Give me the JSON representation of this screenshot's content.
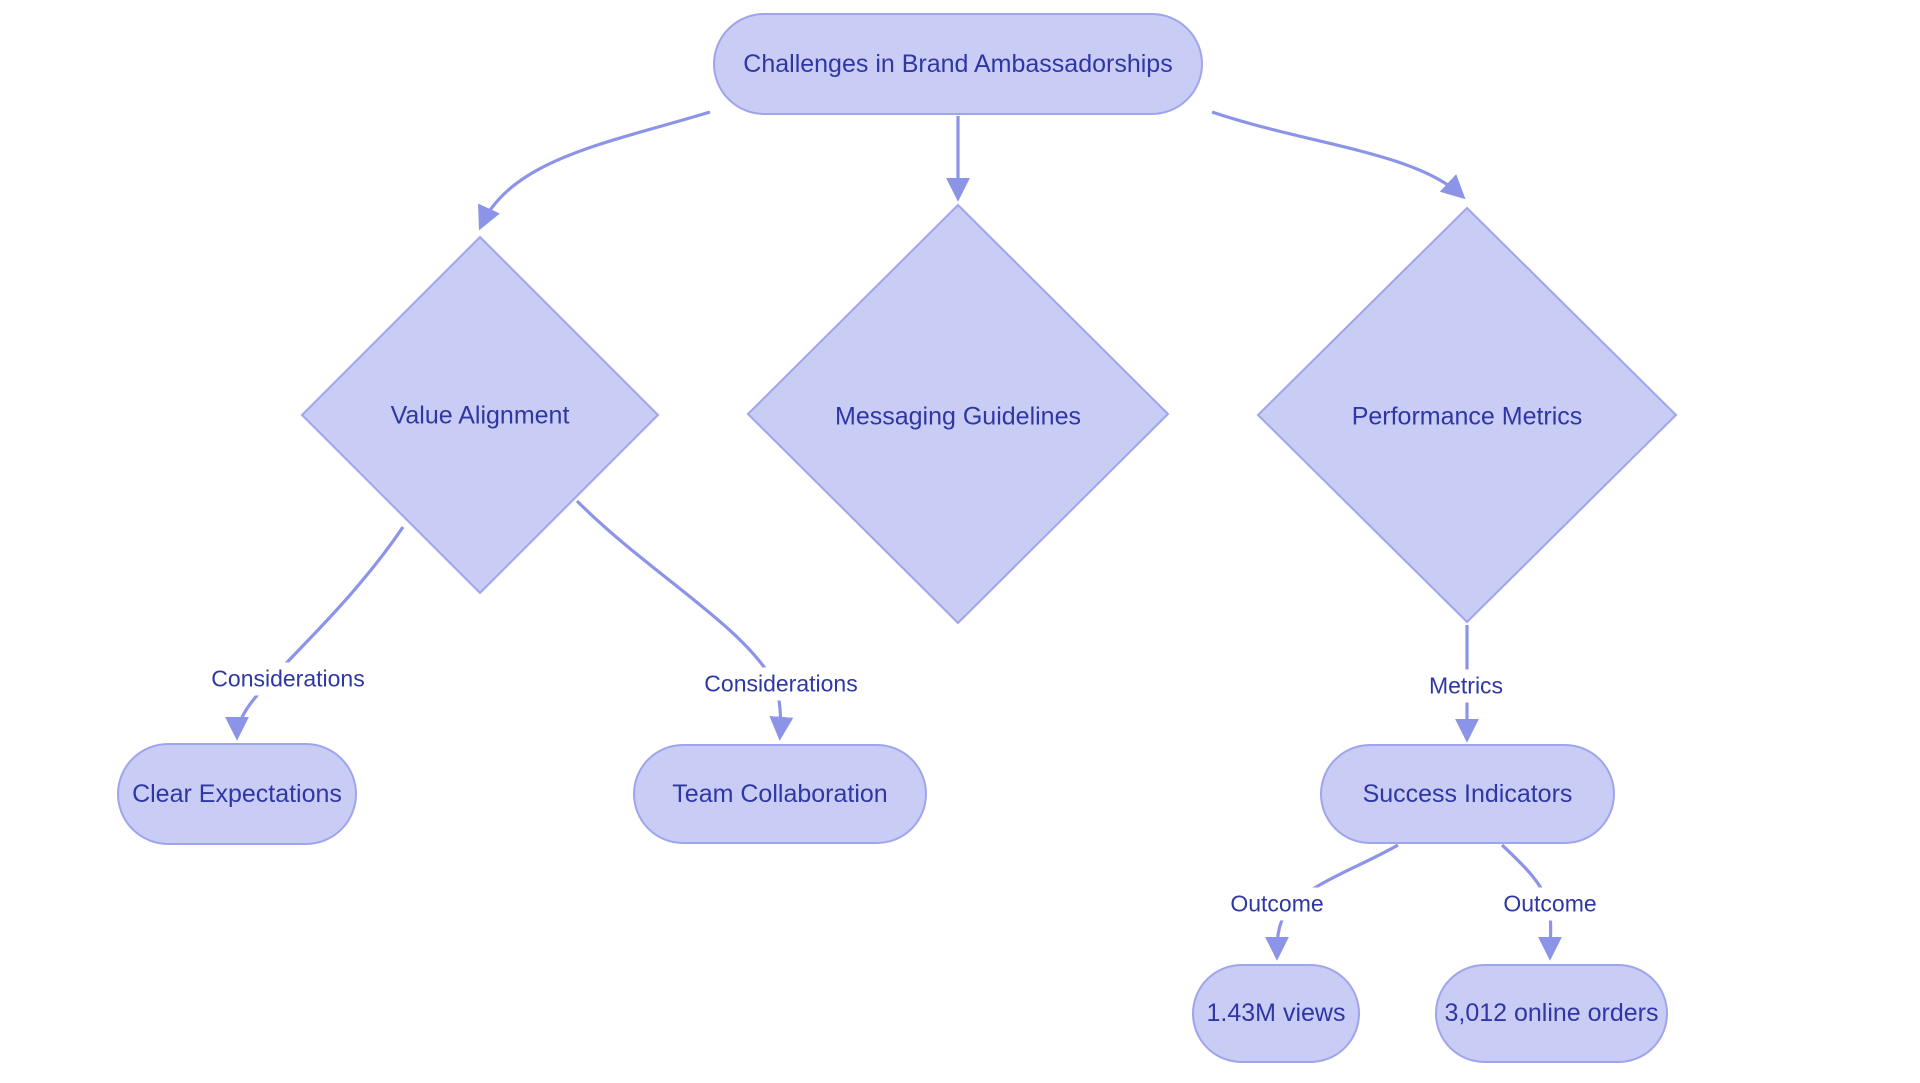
{
  "colors": {
    "background": "#ffffff",
    "node_fill": "#c9ccf4",
    "node_border": "#9fa5ec",
    "edge": "#8c94e8",
    "text": "#2e37a4"
  },
  "nodes": {
    "root": {
      "label": "Challenges in Brand Ambassadorships"
    },
    "value_alignment": {
      "label": "Value Alignment"
    },
    "messaging_guidelines": {
      "label": "Messaging Guidelines"
    },
    "performance_metrics": {
      "label": "Performance Metrics"
    },
    "clear_expectations": {
      "label": "Clear Expectations"
    },
    "team_collaboration": {
      "label": "Team Collaboration"
    },
    "success_indicators": {
      "label": "Success Indicators"
    },
    "views_outcome": {
      "label": "1.43M views"
    },
    "orders_outcome": {
      "label": "3,012 online orders"
    }
  },
  "edge_labels": {
    "left_considerations": "Considerations",
    "right_considerations": "Considerations",
    "metrics": "Metrics",
    "left_outcome": "Outcome",
    "right_outcome": "Outcome"
  }
}
